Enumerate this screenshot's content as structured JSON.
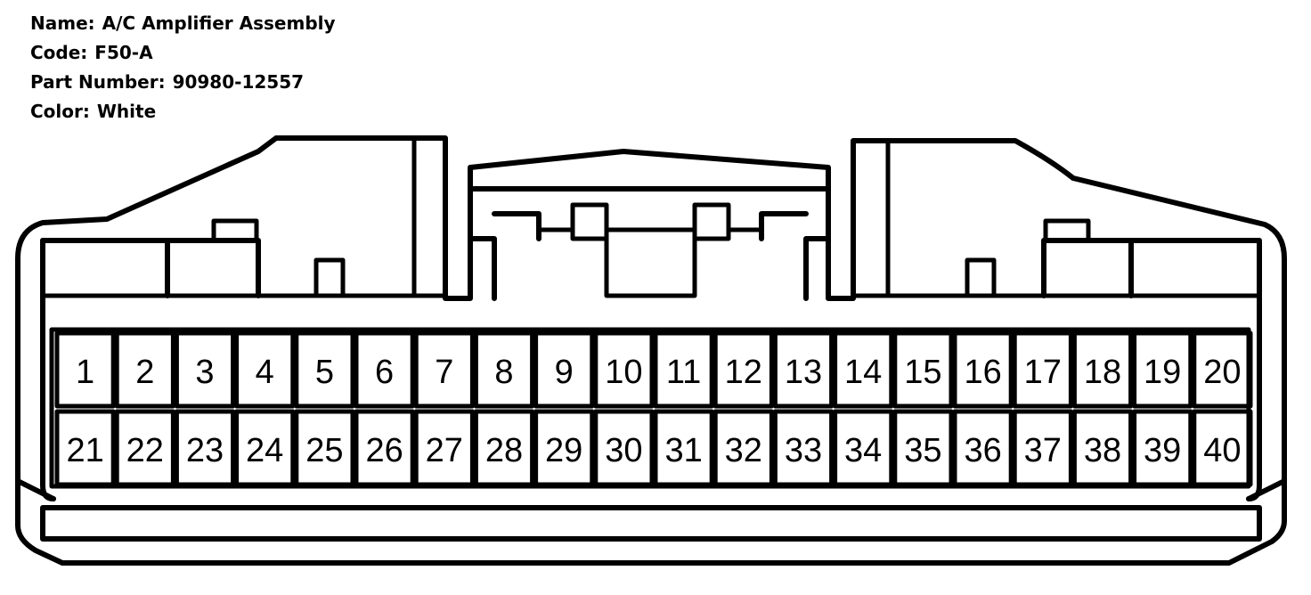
{
  "info": {
    "name_label": "Name:",
    "name_value": "A/C Amplifier Assembly",
    "code_label": "Code:",
    "code_value": "F50-A",
    "part_label": "Part Number:",
    "part_value": "90980-12557",
    "color_label": "Color:",
    "color_value": "White"
  },
  "pins": {
    "top_row": [
      "1",
      "2",
      "3",
      "4",
      "5",
      "6",
      "7",
      "8",
      "9",
      "10",
      "11",
      "12",
      "13",
      "14",
      "15",
      "16",
      "17",
      "18",
      "19",
      "20"
    ],
    "bottom_row": [
      "21",
      "22",
      "23",
      "24",
      "25",
      "26",
      "27",
      "28",
      "29",
      "30",
      "31",
      "32",
      "33",
      "34",
      "35",
      "36",
      "37",
      "38",
      "39",
      "40"
    ]
  },
  "colors": {
    "line": "#000000",
    "background": "#ffffff"
  }
}
